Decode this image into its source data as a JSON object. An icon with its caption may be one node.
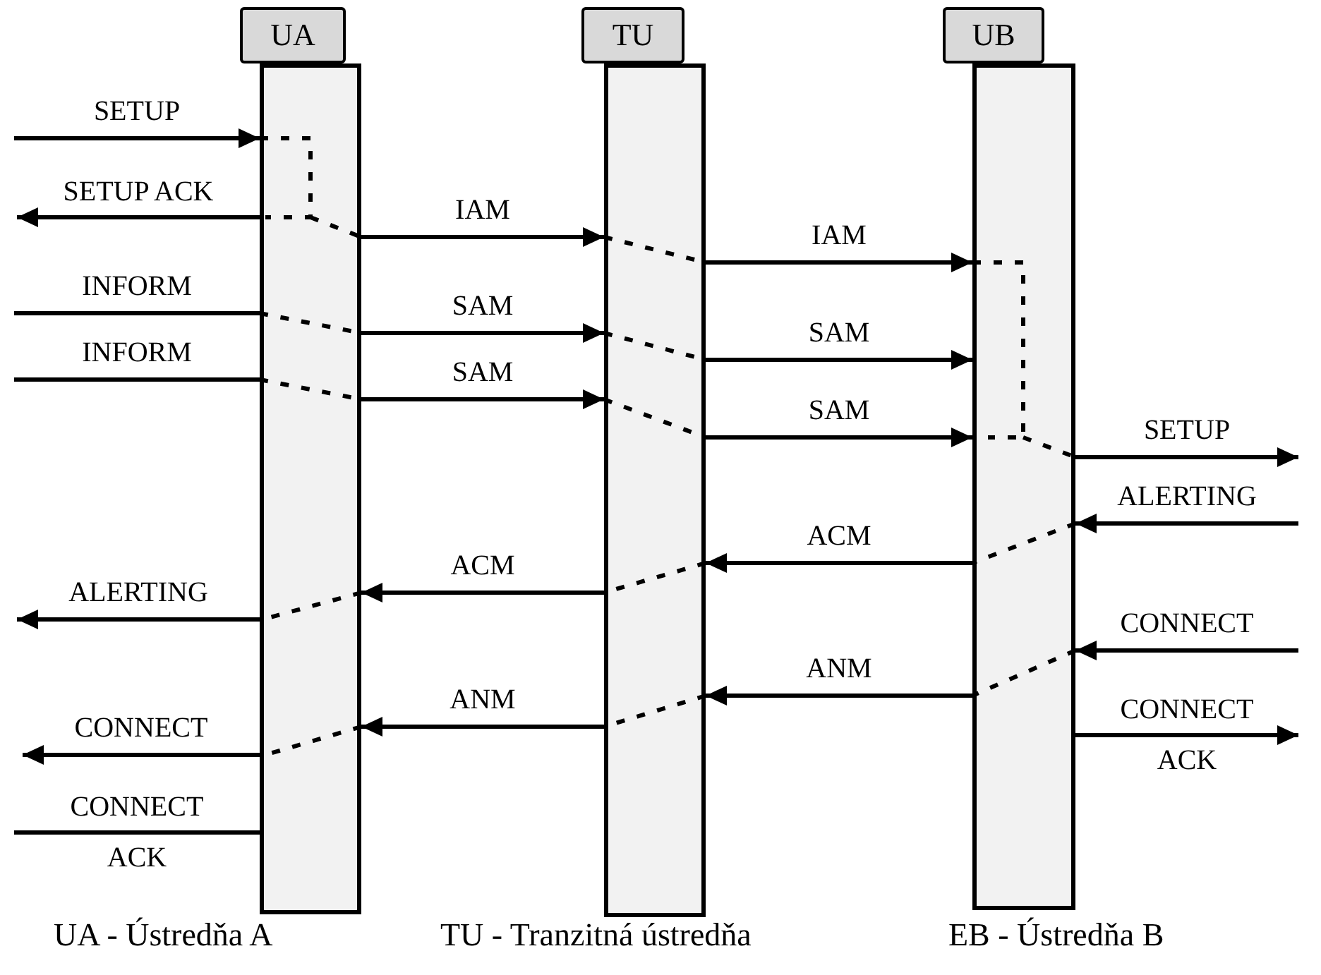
{
  "diagram": {
    "nodes": [
      {
        "text": [
          "UA"
        ]
      },
      {
        "text": [
          "TU"
        ]
      },
      {
        "text": [
          "UB"
        ]
      },
      {
        "text": [],
        "shape": "bar"
      },
      {
        "text": [],
        "shape": "bar"
      },
      {
        "text": [],
        "shape": "bar"
      }
    ],
    "edges": [
      {
        "from": null,
        "to": 3,
        "arrow": "to",
        "label": "SETUP"
      },
      {
        "from": 3,
        "to": null,
        "arrow": "to",
        "label": "SETUP ACK"
      },
      {
        "from": 3,
        "to": 4,
        "arrow": "to",
        "label": "IAM"
      },
      {
        "from": 4,
        "to": 5,
        "arrow": "to",
        "label": "IAM"
      },
      {
        "from": null,
        "to": 3,
        "arrow": "none",
        "label": "INFORM"
      },
      {
        "from": 3,
        "to": 4,
        "arrow": "to",
        "label": "SAM"
      },
      {
        "from": 4,
        "to": 5,
        "arrow": "to",
        "label": "SAM"
      },
      {
        "from": null,
        "to": 3,
        "arrow": "none",
        "label": "INFORM"
      },
      {
        "from": 3,
        "to": 4,
        "arrow": "to",
        "label": "SAM"
      },
      {
        "from": 4,
        "to": 5,
        "arrow": "to",
        "label": "SAM"
      },
      {
        "from": 5,
        "to": null,
        "arrow": "to",
        "label": "SETUP"
      },
      {
        "from": null,
        "to": 5,
        "arrow": "to",
        "label": "ALERTING"
      },
      {
        "from": 5,
        "to": 4,
        "arrow": "to",
        "label": "ACM"
      },
      {
        "from": 4,
        "to": 3,
        "arrow": "to",
        "label": "ACM"
      },
      {
        "from": 3,
        "to": null,
        "arrow": "to",
        "label": "ALERTING"
      },
      {
        "from": null,
        "to": 5,
        "arrow": "to",
        "label": "CONNECT"
      },
      {
        "from": 5,
        "to": 4,
        "arrow": "to",
        "label": "ANM"
      },
      {
        "from": 4,
        "to": 3,
        "arrow": "to",
        "label": "ANM"
      },
      {
        "from": 5,
        "to": null,
        "arrow": "to",
        "label": "CONNECT ACK"
      },
      {
        "from": 3,
        "to": null,
        "arrow": "to",
        "label": "CONNECT"
      },
      {
        "from": null,
        "to": 3,
        "arrow": "none",
        "label": "CONNECT ACK"
      }
    ],
    "labels": [
      "UA - Ústredňa A",
      "TU - Tranzitná ústredňa",
      "EB - Ústredňa B"
    ]
  }
}
